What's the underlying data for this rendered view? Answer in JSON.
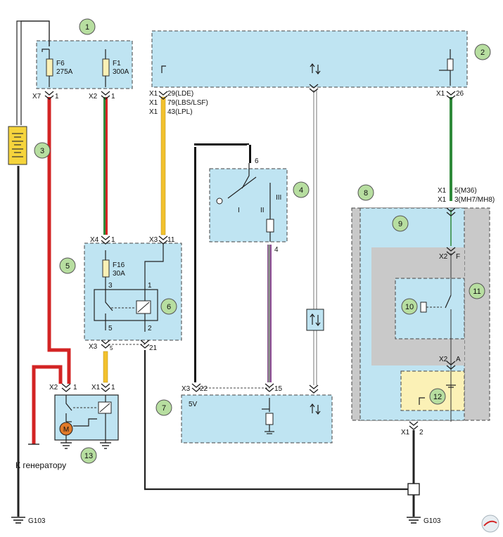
{
  "badges": [
    "1",
    "2",
    "3",
    "4",
    "5",
    "6",
    "7",
    "8",
    "9",
    "10",
    "11",
    "12",
    "13"
  ],
  "fuses": {
    "f6_name": "F6",
    "f6_rating": "275A",
    "f1_name": "F1",
    "f1_rating": "300A",
    "f16_name": "F16",
    "f16_rating": "30A"
  },
  "connectors": {
    "x7": "X7",
    "x2": "X2",
    "x1": "X1",
    "x4": "X4",
    "x3": "X3",
    "pin_1": "1",
    "pin_2": "2",
    "pin_3": "3",
    "pin_4": "4",
    "pin_5": "5",
    "pin_6": "6",
    "pin_11": "11",
    "pin_15": "15",
    "pin_21": "21",
    "pin_22": "22",
    "pin_26": "26",
    "pin_F": "F",
    "pin_A": "A"
  },
  "ecm_pins": {
    "p1": "29(LDE)",
    "p2": "79(LBS/LSF)",
    "p3": "43(LPL)",
    "tcm_p1": "5(M36)",
    "tcm_p2": "3(MH7/MH8)"
  },
  "switch_positions": {
    "p1": "I",
    "p2": "II",
    "p3": "III"
  },
  "labels": {
    "v5": "5V",
    "generator": "К генератору",
    "ground_left": "G103",
    "ground_right": "G103"
  },
  "colors": {
    "box_fill": "#bfe4f2",
    "gray_fill": "#c9c9c9",
    "yellow_fill": "#fbf1b6",
    "wire_red": "#d32424",
    "wire_yellow": "#f2c12e",
    "wire_green": "#2f8a3a",
    "wire_violet": "#8e4f96",
    "badge_fill": "#b7dea0",
    "motor_fill": "#e07a2a"
  }
}
